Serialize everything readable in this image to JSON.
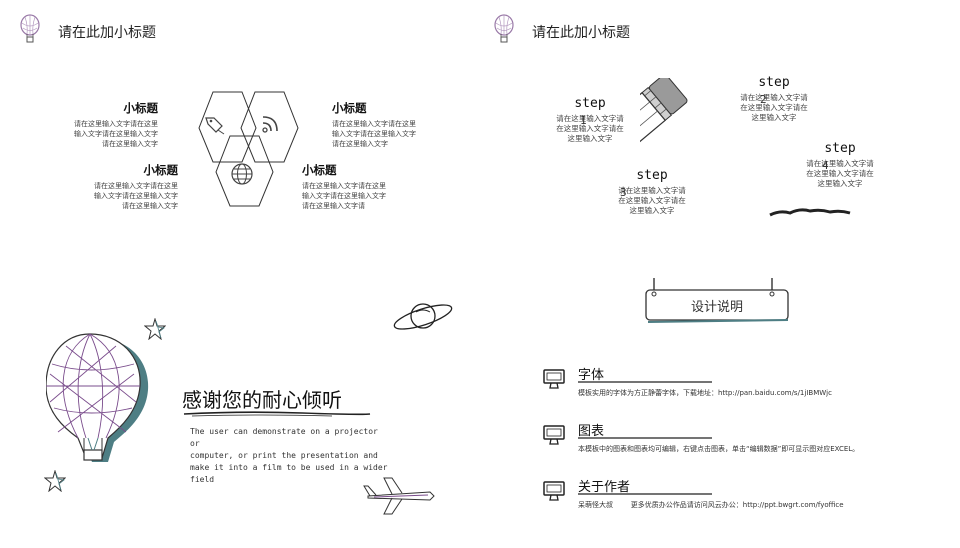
{
  "header_left": {
    "title": "请在此加小标题"
  },
  "header_right": {
    "title": "请在此加小标题"
  },
  "hex_section": {
    "items": [
      {
        "heading": "小标题",
        "lines": [
          "请在这里输入文字请在这里",
          "输入文字请在这里输入文字",
          "请在这里输入文字"
        ]
      },
      {
        "heading": "小标题",
        "lines": [
          "请在这里输入文字请在这里",
          "输入文字请在这里输入文字",
          "请在这里输入文字"
        ]
      },
      {
        "heading": "小标题",
        "lines": [
          "请在这里输入文字请在这里",
          "输入文字请在这里输入文字",
          "请在这里输入文字"
        ]
      },
      {
        "heading": "小标题",
        "lines": [
          "请在这里输入文字请在这里",
          "输入文字请在这里输入文字",
          "请在这里输入文字请"
        ]
      }
    ],
    "icons": [
      "tag-icon",
      "rss-icon",
      "globe-icon"
    ]
  },
  "steps": [
    {
      "label": "step",
      "num": "1",
      "lines": [
        "请在这里输入文字请",
        "在这里输入文字请在",
        "这里输入文字"
      ]
    },
    {
      "label": "step",
      "num": "2",
      "lines": [
        "请在这里输入文字请",
        "在这里输入文字请在",
        "这里输入文字"
      ]
    },
    {
      "label": "step",
      "num": "3",
      "lines": [
        "请在这里输入文字请",
        "在这里输入文字请在",
        "这里输入文字"
      ]
    },
    {
      "label": "step",
      "num": "4",
      "lines": [
        "请在这里输入文字请",
        "在这里输入文字请在",
        "这里输入文字"
      ]
    }
  ],
  "thanks": {
    "title": "感谢您的耐心倾听",
    "lines": [
      "The user can demonstrate on a projector or",
      "computer, or print the presentation and",
      "make it into a film to be used in a wider",
      "field"
    ]
  },
  "sign": {
    "label": "设计说明"
  },
  "info": [
    {
      "title": "字体",
      "desc": "模板实用的字体为方正静蕾字体，下载地址：http://pan.baidu.com/s/1jIBMWjc"
    },
    {
      "title": "图表",
      "desc": "本模板中的图表和图表均可编辑，右键点击图表，单击“编辑数据”即可显示图对应EXCEL。"
    },
    {
      "title": "关于作者",
      "desc": "呆萌怪大叔        更多优质办公作品请访问风云办公：http://ppt.bwgrt.com/fyoffice"
    }
  ]
}
